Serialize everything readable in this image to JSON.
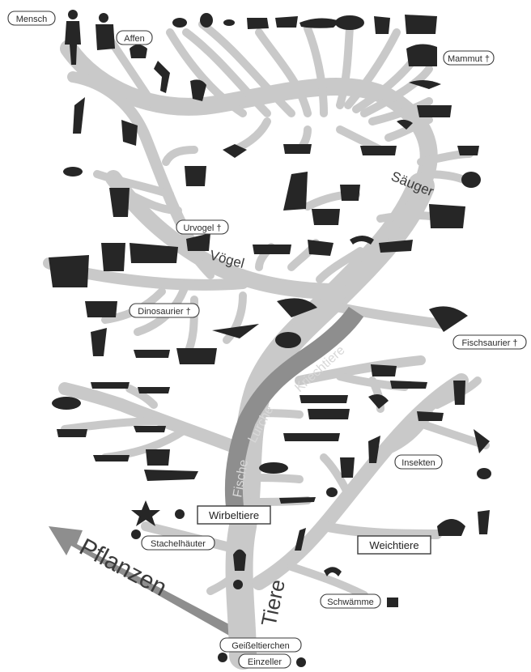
{
  "labels": {
    "mensch": "Mensch",
    "affen": "Affen",
    "mammut": "Mammut †",
    "saeuger": "Säuger",
    "urvogel": "Urvogel †",
    "voegel": "Vögel",
    "dinosaurier": "Dinosaurier †",
    "fischsaurier": "Fischsaurier †",
    "kriechtiere": "Kriechtiere",
    "lurche": "Lurche",
    "fische": "Fische",
    "insekten": "Insekten",
    "wirbeltiere": "Wirbeltiere",
    "stachelhaeuter": "Stachelhäuter",
    "weichtiere": "Weichtiere",
    "pflanzen": "Pflanzen",
    "tiere": "Tiere",
    "schwaemme": "Schwämme",
    "geisseltierchen": "Geißeltierchen",
    "einzeller": "Einzeller"
  },
  "colors": {
    "branch": "#c9c9c9",
    "main_trunk": "#8e8e8e",
    "silhouette": "#262626"
  }
}
